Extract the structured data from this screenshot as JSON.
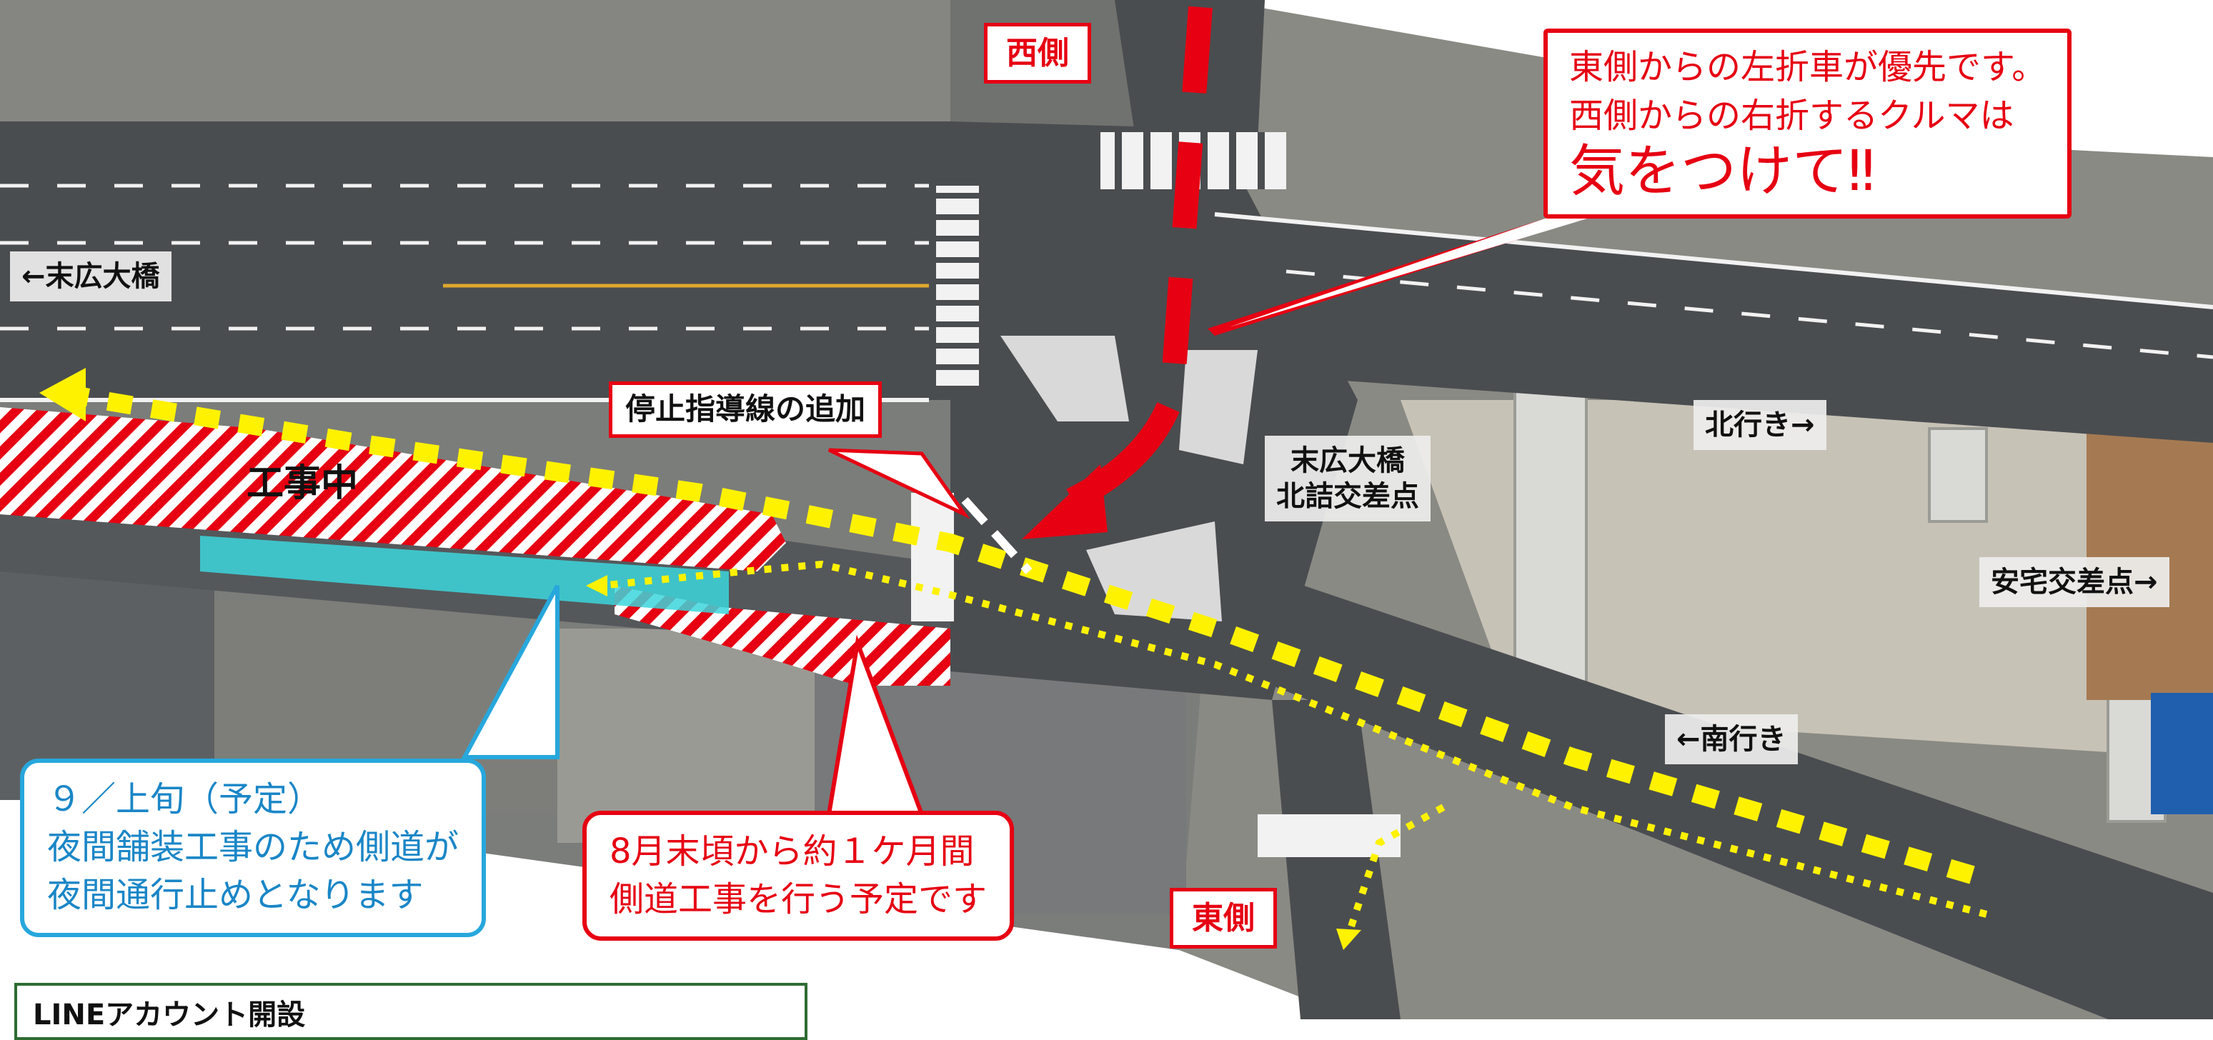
{
  "labels": {
    "west": "西側",
    "east": "東側",
    "suehiro_bridge": "←末広大橋",
    "northbound": "北行き→",
    "southbound": "←南行き",
    "yasutaku": "安宅交差点→",
    "intersection_line1": "末広大橋",
    "intersection_line2": "北詰交差点",
    "under_construction": "工事中",
    "stop_line": "停止指導線の追加"
  },
  "callouts": {
    "priority_line1": "東側からの左折車が優先です。",
    "priority_line2": "西側からの右折するクルマは",
    "priority_line3": "気をつけて‼",
    "night_line1": "９／上旬（予定）",
    "night_line2": "夜間舗装工事のため側道が",
    "night_line3": "夜間通行止めとなります",
    "sideroad_line1": "8月末頃から約１ケ月間",
    "sideroad_line2": "側道工事を行う予定です"
  },
  "footer": {
    "line_account": "LINEアカウント開設"
  },
  "colors": {
    "accent_red": "#e60012",
    "accent_blue": "#27a7dc",
    "route_yellow": "#fff200",
    "road": "#4a4d50"
  }
}
